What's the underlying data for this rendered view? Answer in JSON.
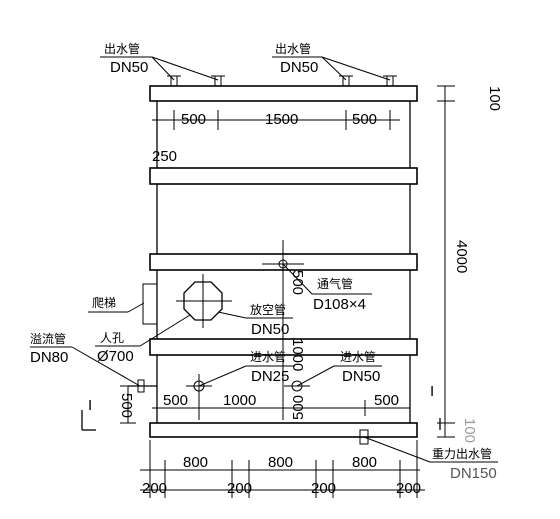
{
  "labels": {
    "outlet_pipe_left": "出水管",
    "outlet_pipe_left_size": "DN50",
    "outlet_pipe_right": "出水管",
    "outlet_pipe_right_size": "DN50",
    "top_thickness": "100",
    "top_dim_1": "500",
    "top_dim_2": "1500",
    "top_dim_3": "500",
    "band_gap": "250",
    "height_total": "4000",
    "vent_pipe": "通气管",
    "vent_pipe_size": "D108×4",
    "vent_offset": "500",
    "ladder": "爬梯",
    "drain_pipe": "放空管",
    "drain_pipe_size": "DN50",
    "overflow_pipe": "溢流管",
    "overflow_pipe_size": "DN80",
    "manhole": "人孔",
    "manhole_size": "Ø700",
    "inlet_left": "进水管",
    "inlet_left_size": "DN25",
    "inlet_right": "进水管",
    "inlet_right_size": "DN50",
    "mid_vert_dim": "1000",
    "section_mark_left": "I",
    "section_mark_right": "I",
    "left_vert_dim": "500",
    "bot_dim_1": "500",
    "bot_dim_2": "1000",
    "bot_dim_3": "500",
    "bot_dim_4": "500",
    "bottom_thickness": "100",
    "base_dim_1": "800",
    "base_dim_2": "800",
    "base_dim_3": "800",
    "base_gap_1": "200",
    "base_gap_2": "200",
    "base_gap_3": "200",
    "base_gap_4": "200",
    "gravity_outlet": "重力出水管",
    "gravity_outlet_size": "DN150"
  }
}
